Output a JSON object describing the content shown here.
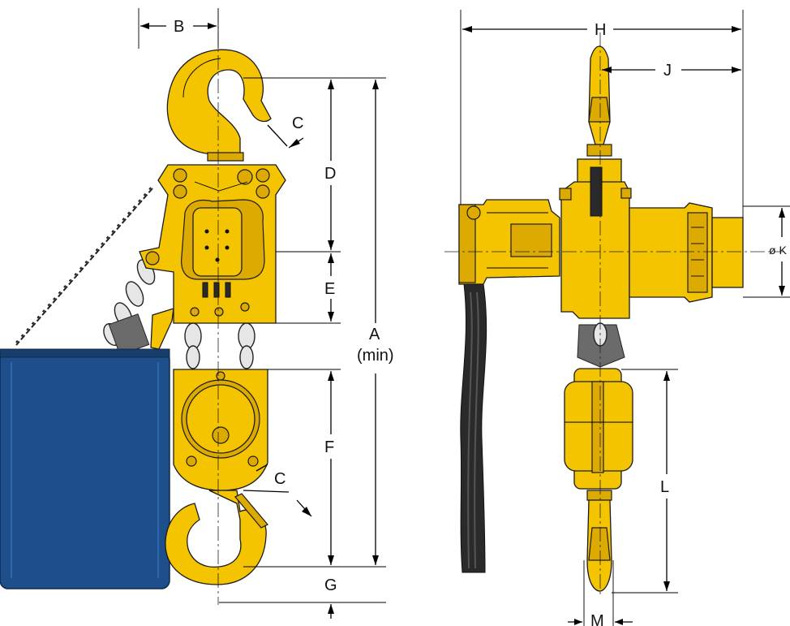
{
  "labels": {
    "A": "A",
    "A_note": "(min)",
    "B": "B",
    "C_upper": "C",
    "C_lower": "C",
    "D": "D",
    "E": "E",
    "F": "F",
    "G": "G",
    "H": "H",
    "J": "J",
    "K": "ø K",
    "L": "L",
    "M": "M"
  },
  "colors": {
    "body": "#f5c400",
    "bucket": "#1f4f8a",
    "hose": "#2a2a2a",
    "chain": "#e6e6e6"
  }
}
